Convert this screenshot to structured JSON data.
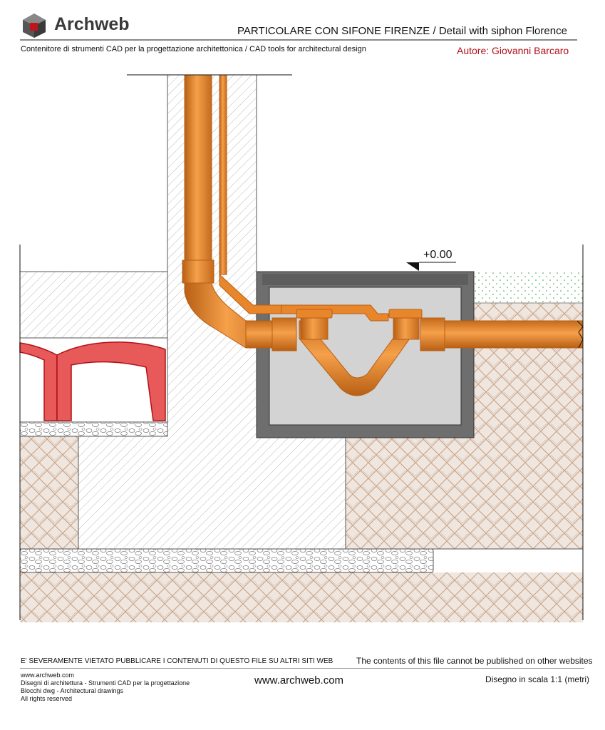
{
  "header": {
    "brand": "Archweb",
    "title": "PARTICOLARE CON SIFONE FIRENZE  /  Detail with siphon Florence",
    "subtitle": "Contenitore di strumenti CAD per la progettazione architettonica  /  CAD tools for architectural design",
    "author": "Autore: Giovanni Barcaro"
  },
  "drawing": {
    "level_label": "+0.00",
    "colors": {
      "pipe": "#e8862c",
      "pipe_dark": "#b85f14",
      "wall": "#f4f4f4",
      "box": "#6e6e6e",
      "box_inner": "#d3d3d3",
      "soil": "#efe7df",
      "block": "#e85a5a",
      "grass": "#2e9e3a"
    }
  },
  "footer": {
    "warning_it": "E' SEVERAMENTE VIETATO PUBBLICARE I CONTENUTI DI QUESTO FILE SU ALTRI SITI WEB",
    "warning_en": "The contents of this file cannot be published on other websites",
    "left_lines": [
      "www.archweb.com",
      "Disegni di architettura - Strumenti CAD  per la progettazione",
      "Blocchi dwg - Architectural drawings",
      "All rights reserved"
    ],
    "site": "www.archweb.com",
    "scale": "Disegno in scala 1:1 (metri)"
  }
}
